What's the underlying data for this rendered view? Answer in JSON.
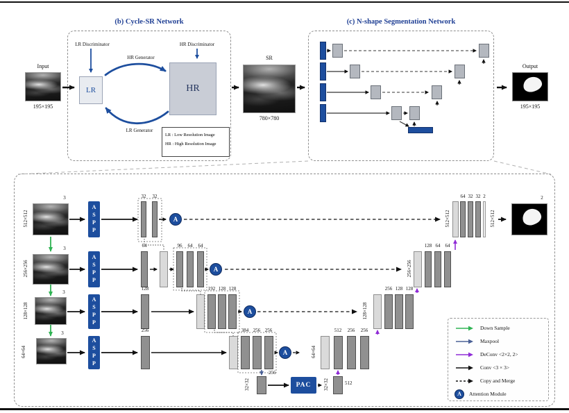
{
  "colors": {
    "accent_blue": "#1d4e9e",
    "down_sample_green": "#2fb353",
    "deconv_purple": "#8f2bd6",
    "maxpool_blue": "#4a6096",
    "title_blue": "#1f3f94"
  },
  "titles": {
    "panel_b": "(b) Cycle-SR Network",
    "panel_c": "(c) N-shape Segmentation Network"
  },
  "io": {
    "input_label": "Input",
    "input_size": "195×195",
    "sr_label": "SR",
    "sr_size": "780×780",
    "output_label": "Output",
    "output_size": "195×195"
  },
  "cycle": {
    "lr_discriminator": "LR Discriminator",
    "hr_generator": "HR Generator",
    "hr_discriminator": "HR Discriminator",
    "lr_generator": "LR Generator",
    "lr_box": "LR",
    "hr_box": "HR",
    "note_line1": "LR : Low Resolution Image",
    "note_line2": "HR : High Resolution Image"
  },
  "blocks": {
    "aspp": "ASPP",
    "pac": "PAC",
    "attention": "A"
  },
  "detail": {
    "r1": {
      "scale": "512×512",
      "in_ch": "3",
      "enc": [
        "32",
        "32"
      ],
      "dec": [
        "64",
        "32",
        "32",
        "2"
      ],
      "out_ch": "2"
    },
    "r2": {
      "scale": "256×256",
      "in_ch": "3",
      "b0": "64",
      "enc": [
        "96",
        "64",
        "64"
      ],
      "dec": [
        "128",
        "64",
        "64"
      ]
    },
    "r3": {
      "scale": "128×128",
      "in_ch": "3",
      "b0": "128",
      "enc": [
        "192",
        "128",
        "128"
      ],
      "dec": [
        "256",
        "128",
        "128"
      ]
    },
    "r4": {
      "scale": "64×64",
      "in_ch": "3",
      "b0": "256",
      "enc": [
        "384",
        "256",
        "256"
      ],
      "dec": [
        "512",
        "256",
        "256"
      ]
    },
    "rb": {
      "scale": "32×32",
      "b0": "256",
      "d0": "512"
    }
  },
  "legend": {
    "items": [
      {
        "label": "Down Sample"
      },
      {
        "label": "Maxpool"
      },
      {
        "label": "DeConv <2×2, 2>"
      },
      {
        "label": "Conv <3 × 3>"
      },
      {
        "label": "Copy and Merge"
      },
      {
        "label": "Attention Module"
      }
    ]
  }
}
